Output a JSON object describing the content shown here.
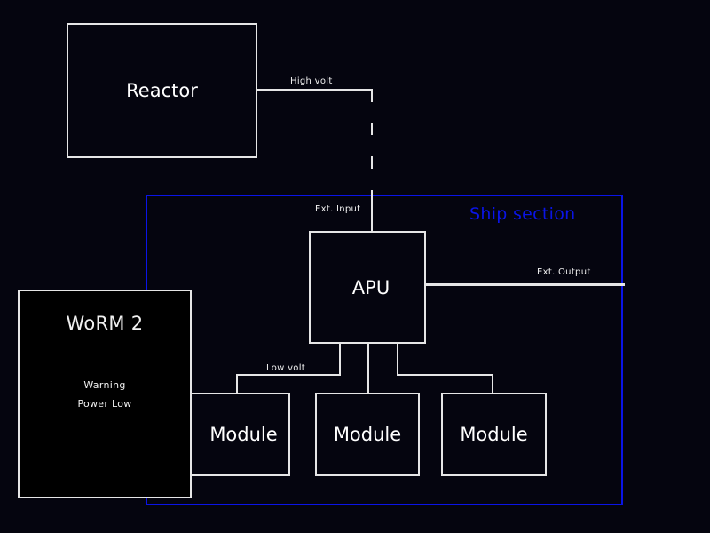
{
  "diagram": {
    "nodes": {
      "reactor": {
        "label": "Reactor"
      },
      "apu": {
        "label": "APU"
      },
      "modules": [
        {
          "label": "Module"
        },
        {
          "label": "Module"
        },
        {
          "label": "Module"
        }
      ],
      "worm": {
        "title": "WoRM 2",
        "status_lines": [
          "Warning",
          "Power Low"
        ]
      }
    },
    "group": {
      "label": "Ship section",
      "color": "#0a14e6"
    },
    "edges": {
      "high_volt": {
        "label": "High volt",
        "from": "Reactor",
        "to": "APU",
        "style": "dashed"
      },
      "ext_input": {
        "label": "Ext. Input"
      },
      "ext_output": {
        "label": "Ext. Output"
      },
      "low_volt": {
        "label": "Low volt",
        "from": "APU",
        "to": "Module"
      }
    },
    "colors": {
      "background": "#05050f",
      "stroke": "#e6e6e6",
      "group_border": "#0a14e6"
    }
  }
}
